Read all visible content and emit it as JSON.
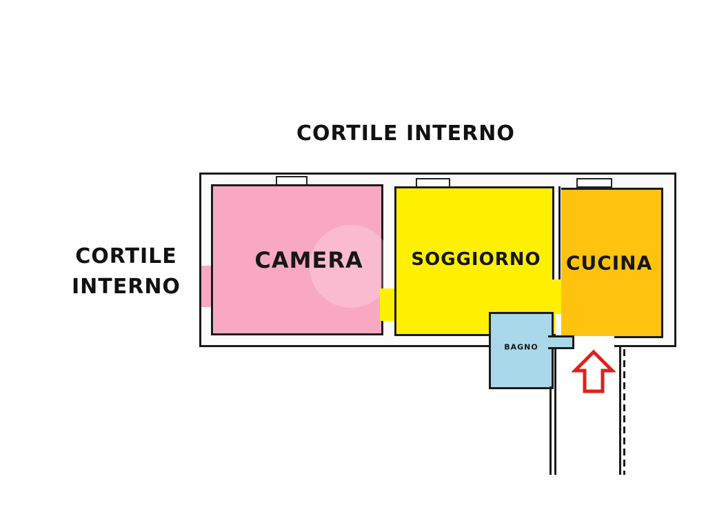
{
  "labels": {
    "top": "CORTILE INTERNO",
    "left_line1": "CORTILE",
    "left_line2": "INTERNO"
  },
  "rooms": [
    {
      "name": "CAMERA",
      "color": "#F9A8C4"
    },
    {
      "name": "SOGGIORNO",
      "color": "#FFF000"
    },
    {
      "name": "CUCINA",
      "color": "#FFC20E"
    },
    {
      "name": "BAGNO",
      "color": "#A8D8EA"
    }
  ],
  "entrance": {
    "icon": "arrow-up-icon",
    "color": "#E0201E"
  }
}
